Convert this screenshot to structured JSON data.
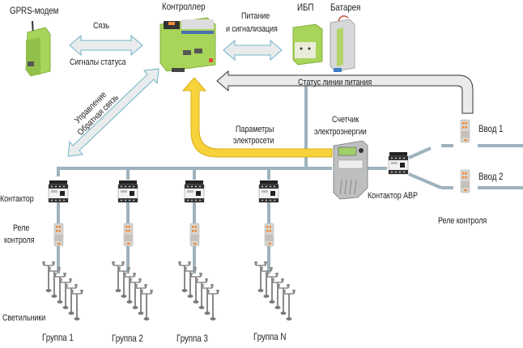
{
  "colors": {
    "bus_line": "#9fb2be",
    "device_green": "#a9d45a",
    "device_green_dark": "#6fa22c",
    "arrow_fill": "#e9ebec",
    "arrow_stroke_blue": "#6fb4c6",
    "arrow_stroke_dark": "#333333",
    "yellow_arrow": "#f7d23a",
    "yellow_stroke": "#d9ad1a",
    "relay_body": "#d8d4cf",
    "relay_orange": "#ef8a3a",
    "lamp_gray": "#8a8a8a"
  },
  "devices": {
    "gprs_modem": "GPRS-модем",
    "controller": "Контроллер",
    "ups": "ИБП",
    "battery": "Батарея",
    "meter": "Счетчик\nэлектроэнергии",
    "meter_line1": "Счетчик",
    "meter_line2": "электроэнергии",
    "ats_contactor": "Контактор АВР",
    "input1": "Ввод 1",
    "input2": "Ввод 2",
    "monitor_relay": "Реле контроля"
  },
  "arrows": {
    "link": "Сязь",
    "status_signals": "Сигналы статуса",
    "power_line1": "Питание",
    "power_line2": "и сигнализация",
    "power_line_status": "Статус линии питания",
    "grid_params_line1": "Параметры",
    "grid_params_line2": "электросети",
    "control_line1": "Управление",
    "control_line2": "Обратная связь"
  },
  "groups": {
    "contactor_label": "Контактор",
    "relay_label_line1": "Реле",
    "relay_label_line2": "контроля",
    "lamps_label": "Светильники",
    "items": [
      "Группа 1",
      "Группа 2",
      "Группа 3",
      "Группа N"
    ]
  }
}
